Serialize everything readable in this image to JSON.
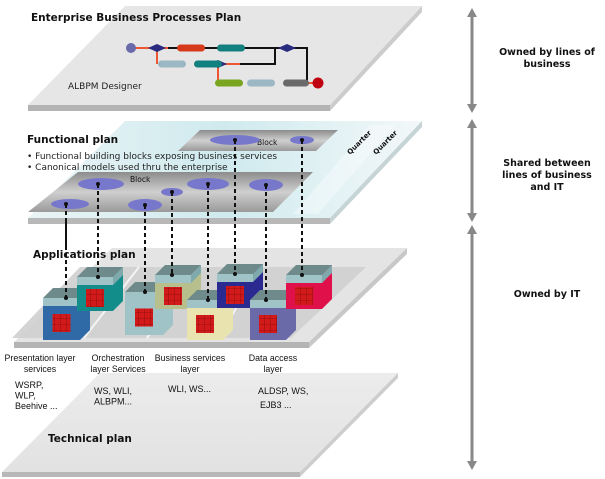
{
  "planes": {
    "enterprise": {
      "title": "Enterprise Business Processes Plan",
      "tool_label": "ALBPM Designer"
    },
    "functional": {
      "title": "Functional plan",
      "bullets": [
        "• Functional building blocks exposing business services",
        "• Canonical models used thru the enterprise"
      ],
      "block_labels": [
        "Block",
        "Block"
      ],
      "quarter_labels": [
        "Quarter",
        "Quarter"
      ]
    },
    "applications": {
      "title": "Applications plan",
      "layers": [
        {
          "line1": "Presentation layer",
          "line2": "services"
        },
        {
          "line1": "Orchestration",
          "line2": "layer Services"
        },
        {
          "line1": "Business services",
          "line2": "layer"
        },
        {
          "line1": "Data access",
          "line2": "layer"
        }
      ]
    },
    "technical": {
      "title": "Technical plan",
      "technologies": [
        [
          "WSRP,",
          "WLP,",
          "Beehive ..."
        ],
        [
          "WS, WLI,",
          "ALBPM..."
        ],
        [
          "WLI, WS..."
        ],
        [
          "ALDSP, WS,",
          "EJB3 ..."
        ]
      ]
    }
  },
  "ownership": [
    {
      "lines": [
        "Owned by lines of",
        "business"
      ]
    },
    {
      "lines": [
        "Shared between",
        "lines of business",
        "and IT"
      ]
    },
    {
      "lines": [
        "Owned by IT"
      ]
    }
  ],
  "colors": {
    "plane_top": "#e6e6e6",
    "plane_edge": "#b4b4b4",
    "functional_tint": "#d8eef0",
    "block_plate": "#a9a9a9",
    "ellipse": "#7777cc",
    "arrow": "#888888",
    "process_line": "#111111",
    "process_link": "#ee5533",
    "diamond": "#2a2a80",
    "task_red": "#d63a1a",
    "task_teal": "#138080",
    "task_lightblue": "#9cb8c4",
    "task_green": "#7aa520",
    "task_gray": "#6a6a6a",
    "start_node": "#6a6aaa",
    "end_node": "#c00010",
    "cube_top": "#6f8a8a",
    "cube_band": "#9fc3c6",
    "cube_grid": "#d21a1a"
  },
  "icons": {
    "ownership_arrow": "double-headed-vertical-arrow",
    "application_component": "cube-icon",
    "functional_block": "ellipse-icon"
  }
}
